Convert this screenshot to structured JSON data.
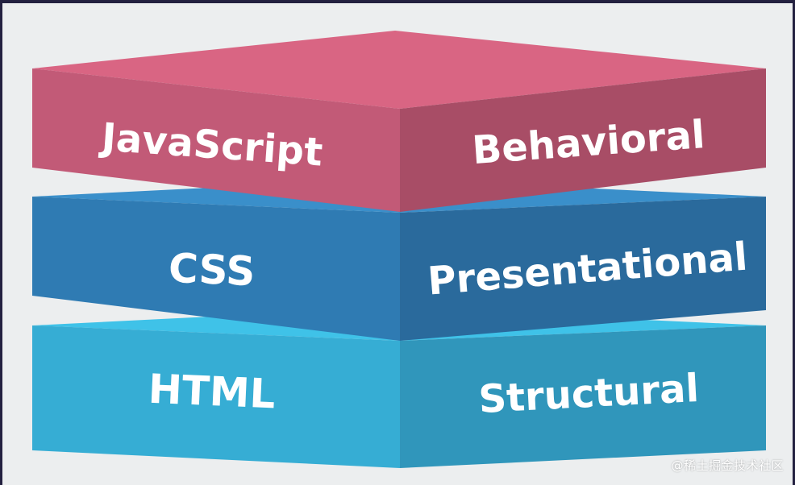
{
  "layers": [
    {
      "left_label": "JavaScript",
      "right_label": "Behavioral"
    },
    {
      "left_label": "CSS",
      "right_label": "Presentational"
    },
    {
      "left_label": "HTML",
      "right_label": "Structural"
    }
  ],
  "watermark": "@稀土掘金技术社区",
  "colors": {
    "background": "#eceeef",
    "javascript_top": "#d96583",
    "javascript_left": "#c25a77",
    "javascript_right": "#a84d66",
    "css_top": "#3a8fca",
    "css_left": "#2f7bb3",
    "css_right": "#2a6a9c",
    "html_top": "#3fc2e8",
    "html_left": "#36add4",
    "html_right": "#3096bb"
  }
}
